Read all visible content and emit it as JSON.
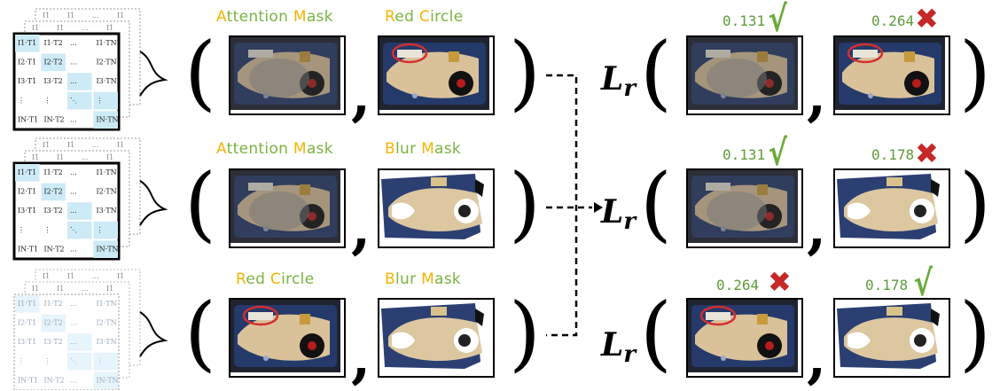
{
  "rows": [
    {
      "labels": [
        {
          "cap1": "A",
          "rest1": "ttention ",
          "cap2": "M",
          "rest2": "ask"
        },
        {
          "cap1": "R",
          "rest1": "ed ",
          "cap2": "C",
          "rest2": "ircle"
        }
      ],
      "images": [
        "attention-mask",
        "red-circle"
      ],
      "loss": {
        "prefix": "L",
        "sub": "r"
      },
      "scores": [
        {
          "value": "0.131",
          "mark": "check"
        },
        {
          "value": "0.264",
          "mark": "cross"
        }
      ]
    },
    {
      "labels": [
        {
          "cap1": "A",
          "rest1": "ttention ",
          "cap2": "M",
          "rest2": "ask"
        },
        {
          "cap1": "B",
          "rest1": "lur ",
          "cap2": "M",
          "rest2": "ask"
        }
      ],
      "images": [
        "attention-mask",
        "blur-mask"
      ],
      "loss": {
        "prefix": "L",
        "sub": "r"
      },
      "scores": [
        {
          "value": "0.131",
          "mark": "check"
        },
        {
          "value": "0.178",
          "mark": "cross"
        }
      ]
    },
    {
      "labels": [
        {
          "cap1": "R",
          "rest1": "ed ",
          "cap2": "C",
          "rest2": "ircle"
        },
        {
          "cap1": "B",
          "rest1": "lur ",
          "cap2": "M",
          "rest2": "ask"
        }
      ],
      "images": [
        "red-circle",
        "blur-mask"
      ],
      "loss": {
        "prefix": "L",
        "sub": "r"
      },
      "scores": [
        {
          "value": "0.264",
          "mark": "cross"
        },
        {
          "value": "0.178",
          "mark": "check"
        }
      ]
    }
  ],
  "matrix": {
    "header": [
      "I1",
      "I1",
      "...",
      "I1"
    ],
    "rows": [
      [
        "I1·T1",
        "I1·T2",
        "...",
        "I1·TN"
      ],
      [
        "I2·T1",
        "I2·T2",
        "...",
        "I2·TN"
      ],
      [
        "I3·T1",
        "I3·T2",
        "...",
        "I3·TN"
      ],
      [
        "⋮",
        "⋮",
        "⋱",
        "⋮"
      ],
      [
        "IN·T1",
        "IN·T2",
        "...",
        "IN·TN"
      ]
    ]
  },
  "colors": {
    "capital": "#f5b400",
    "rest": "#7cb342",
    "check": "#6aaa3a",
    "cross": "#c62828",
    "highlight": "#cdeaf7"
  },
  "icons": [
    "check-icon",
    "cross-icon",
    "arrow-icon"
  ]
}
